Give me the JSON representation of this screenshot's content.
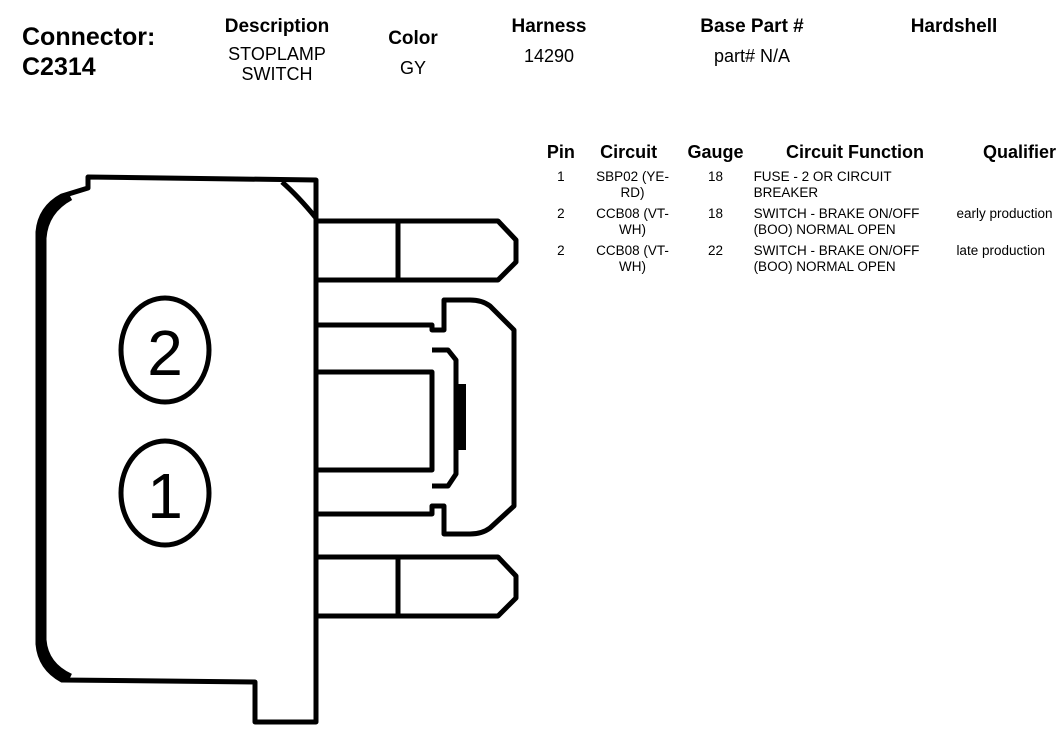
{
  "connector": {
    "label": "Connector:",
    "id": "C2314"
  },
  "header": {
    "description": {
      "title": "Description",
      "value_line1": "STOPLAMP",
      "value_line2": "SWITCH"
    },
    "color": {
      "title": "Color",
      "value": "GY"
    },
    "harness": {
      "title": "Harness",
      "value": "14290"
    },
    "base_part": {
      "title": "Base Part #",
      "value": "part# N/A"
    },
    "hardshell": {
      "title": "Hardshell"
    }
  },
  "diagram": {
    "pin_labels": [
      "2",
      "1"
    ],
    "stroke_color": "#000000",
    "fill_color": "#ffffff"
  },
  "pin_table": {
    "headers": [
      "Pin",
      "Circuit",
      "Gauge",
      "Circuit Function",
      "Qualifier"
    ],
    "rows": [
      {
        "pin": "1",
        "circuit": "SBP02 (YE-RD)",
        "gauge": "18",
        "function": "FUSE - 2 OR CIRCUIT BREAKER",
        "qualifier": ""
      },
      {
        "pin": "2",
        "circuit": "CCB08 (VT-WH)",
        "gauge": "18",
        "function": "SWITCH - BRAKE ON/OFF (BOO) NORMAL OPEN",
        "qualifier": "early production"
      },
      {
        "pin": "2",
        "circuit": "CCB08 (VT-WH)",
        "gauge": "22",
        "function": "SWITCH - BRAKE ON/OFF (BOO) NORMAL OPEN",
        "qualifier": "late production"
      }
    ]
  }
}
